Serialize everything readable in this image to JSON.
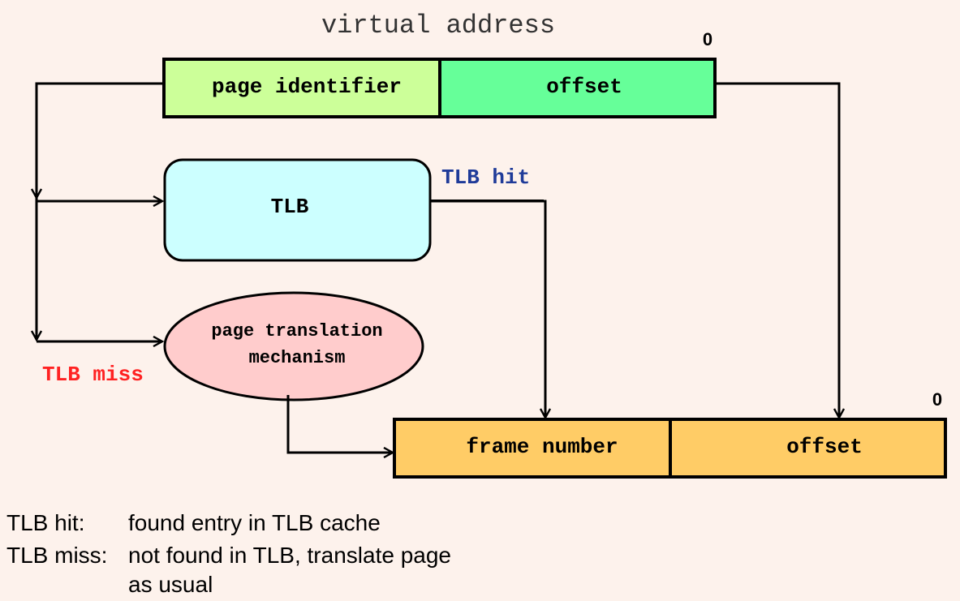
{
  "diagram": {
    "title": "virtual address",
    "virtual_zero": "0",
    "page_identifier": "page identifier",
    "virtual_offset": "offset",
    "tlb": "TLB",
    "tlb_hit": "TLB hit",
    "translation_line1": "page translation",
    "translation_line2": "mechanism",
    "tlb_miss": "TLB miss",
    "frame_number": "frame number",
    "physical_offset": "offset",
    "physical_zero": "0"
  },
  "legend": {
    "hit_term": "TLB hit:",
    "hit_desc": "found entry in TLB cache",
    "miss_term": "TLB miss:",
    "miss_desc_line1": "not found in TLB, translate page",
    "miss_desc_line2": "as usual"
  },
  "colors": {
    "background": "#fdf2ec",
    "page_identifier_fill": "#ccff99",
    "virtual_offset_fill": "#66ff99",
    "tlb_fill": "#ccffff",
    "translation_fill": "#ffcccc",
    "physical_fill": "#ffcc66",
    "tlb_hit_text": "#1f3b99",
    "tlb_miss_text": "#ff2222"
  }
}
